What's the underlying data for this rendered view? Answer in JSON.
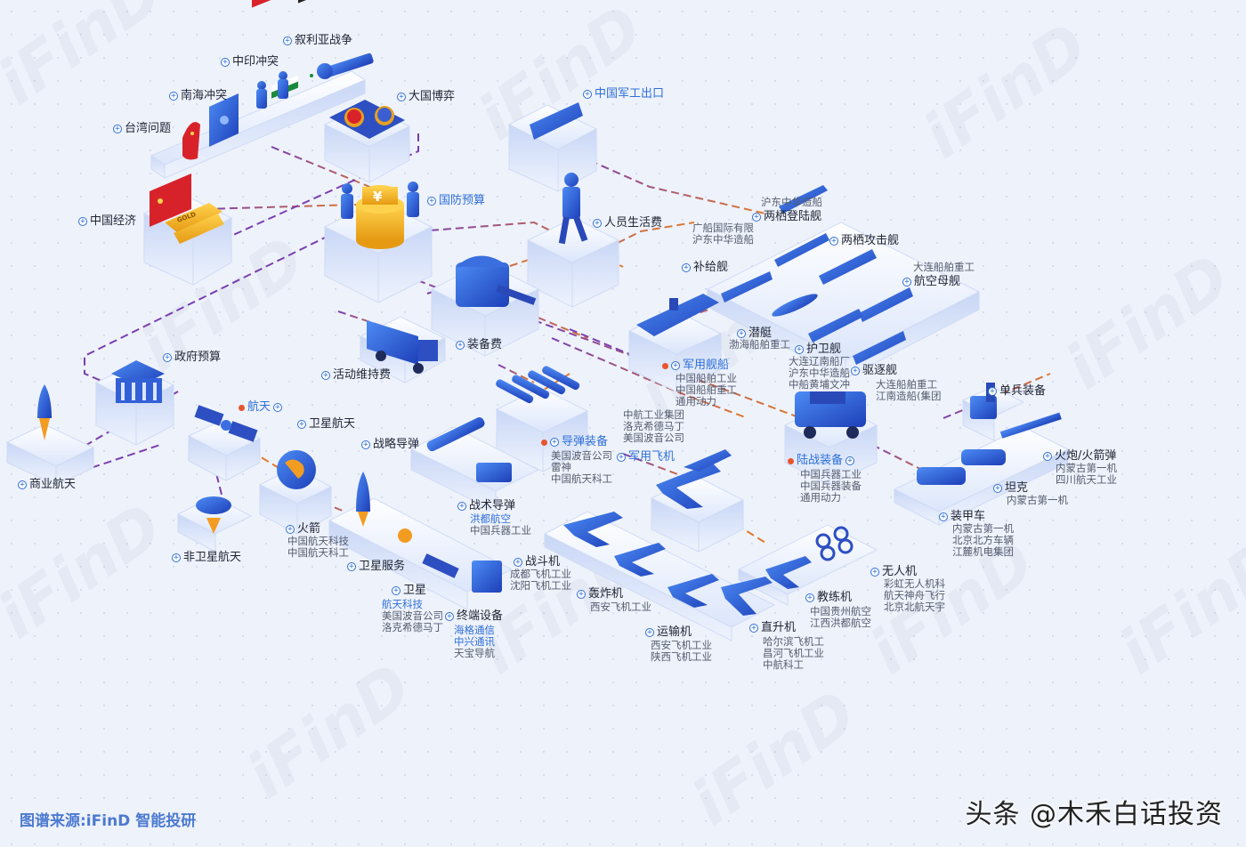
{
  "watermark": "iFinD",
  "nodes": {
    "syria": "叙利亚战争",
    "india": "中印冲突",
    "scs": "南海冲突",
    "taiwan": "台湾问题",
    "powers": "大国博弈",
    "export": "中国军工出口",
    "economy": "中国经济",
    "defense": "国防预算",
    "personnel": "人员生活费",
    "amphib_land": "两栖登陆舰",
    "amphib_attack": "两栖攻击舰",
    "supply": "补给舰",
    "carrier": "航空母舰",
    "sub": "潜艇",
    "frigate": "护卫舰",
    "destroyer": "驱逐舰",
    "equipment": "装备费",
    "ops": "活动维持费",
    "navy": "军用舰船",
    "gov": "政府预算",
    "space": "航天",
    "commercial": "商业航天",
    "sat_space": "卫星航天",
    "strategic": "战略导弹",
    "missile": "导弹装备",
    "aircraft": "军用飞机",
    "ground": "陆战装备",
    "infantry": "单兵装备",
    "artillery": "火炮/火箭弹",
    "tank": "坦克",
    "apc": "装甲车",
    "tactical": "战术导弹",
    "rocket": "火箭",
    "nonsat": "非卫星航天",
    "satservice": "卫星服务",
    "satellite": "卫星",
    "terminal": "终端设备",
    "fighter": "战斗机",
    "bomber": "轰炸机",
    "transport": "运输机",
    "heli": "直升机",
    "trainer": "教练机",
    "uav": "无人机"
  },
  "companies": {
    "amphib_land": [
      "沪东中华造船",
      "广船国际有限",
      "沪东中华造船"
    ],
    "carrier": [
      "大连船舶重工"
    ],
    "sub": [
      "渤海船舶重工"
    ],
    "frigate": [
      "大连辽南船厂",
      "沪东中华造船",
      "中船黄埔文冲"
    ],
    "destroyer": [
      "大连船舶重工",
      "江南造船(集团"
    ],
    "navy": [
      "中国船舶工业",
      "中国船舶重工",
      "通用动力"
    ],
    "aircraft": [
      "中航工业集团",
      "洛克希德马丁",
      "美国波音公司"
    ],
    "missile": [
      "美国波音公司",
      "雷神",
      "中国航天科工"
    ],
    "ground": [
      "中国兵器工业",
      "中国兵器装备",
      "通用动力"
    ],
    "artillery": [
      "内蒙古第一机",
      "四川航天工业"
    ],
    "tank": [
      "内蒙古第一机"
    ],
    "apc": [
      "内蒙古第一机",
      "北京北方车辆",
      "江麓机电集团"
    ],
    "tactical": [
      "洪都航空",
      "中国兵器工业"
    ],
    "rocket": [
      "中国航天科技",
      "中国航天科工"
    ],
    "satellite": [
      "航天科技",
      "美国波音公司",
      "洛克希德马丁"
    ],
    "terminal": [
      "海格通信",
      "中兴通讯",
      "天宝导航"
    ],
    "fighter": [
      "成都飞机工业",
      "沈阳飞机工业"
    ],
    "bomber": [
      "西安飞机工业"
    ],
    "transport": [
      "西安飞机工业",
      "陕西飞机工业"
    ],
    "heli": [
      "哈尔滨飞机工",
      "昌河飞机工业",
      "中航科工"
    ],
    "trainer": [
      "中国贵州航空",
      "江西洪都航空"
    ],
    "uav": [
      "彩虹无人机科",
      "航天神舟飞行",
      "北京北航天宇"
    ]
  },
  "footer": "图谱来源:iFinD 智能投研",
  "credit": "头条 @木禾白话投资",
  "colors": {
    "accent": "#2e6fd8",
    "highlight": "#e8542c",
    "line": "#7a3fb0"
  }
}
